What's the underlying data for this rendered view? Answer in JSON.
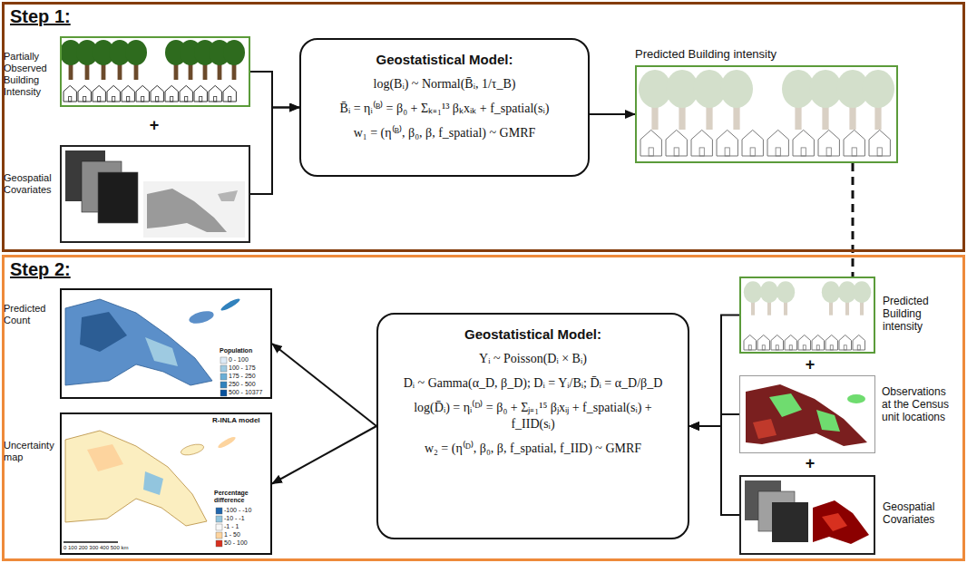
{
  "diagram": {
    "nodes": [
      {
        "text": [
          "Step 1:"
        ]
      },
      {
        "text": [
          "Partially Observed Building Intensity"
        ],
        "in": 0
      },
      {
        "text": [
          "Geospatial Covariates"
        ],
        "in": 0
      },
      {
        "text": [
          "Geostatistical Model:",
          "log(Bᵢ) ~ Normal(B̄ᵢ, 1/τ_B)",
          "B̄ᵢ = ηᵢ⁽ᴮ⁾ = β₀ + Σₖ₌₁¹³ βₖxᵢₖ + f_spatial(sᵢ)",
          "w₁ = (η⁽ᴮ⁾, β₀, β, f_spatial) ~ GMRF"
        ],
        "in": 0
      },
      {
        "text": [
          "Predicted Building intensity"
        ],
        "in": 0
      },
      {
        "text": [
          "Step 2:"
        ]
      },
      {
        "text": [
          "Predicted Count"
        ],
        "in": 5
      },
      {
        "text": [
          "Uncertainty map"
        ],
        "in": 5
      },
      {
        "text": [
          "Geostatistical Model:",
          "Yᵢ ~ Poisson(Dᵢ × Bᵢ)",
          "Dᵢ ~ Gamma(α_D, β_D); Dᵢ = Yᵢ/Bᵢ; D̄ᵢ = α_D/β_D",
          "log(D̄ᵢ) = ηᵢ⁽ᴰ⁾ = β₀ + Σⱼ₌₁¹⁵ βⱼxᵢⱼ + f_spatial(sᵢ) + f_IID(sᵢ)",
          "w₂ = (η⁽ᴰ⁾, β₀, β, f_spatial, f_IID) ~ GMRF"
        ],
        "in": 5
      },
      {
        "text": [
          "Predicted Building intensity"
        ],
        "in": 5
      },
      {
        "text": [
          "Observations at the Census unit locations"
        ],
        "in": 5
      },
      {
        "text": [
          "Geospatial Covariates"
        ],
        "in": 5
      }
    ],
    "edges": [
      {
        "from": 1,
        "to": 3,
        "arrow": "to"
      },
      {
        "from": 2,
        "to": 3,
        "arrow": "to"
      },
      {
        "from": 3,
        "to": 4,
        "arrow": "to"
      },
      {
        "from": 4,
        "to": 9,
        "arrow": "none"
      },
      {
        "from": 9,
        "to": 8,
        "arrow": "to"
      },
      {
        "from": 10,
        "to": 8,
        "arrow": "to"
      },
      {
        "from": 11,
        "to": 8,
        "arrow": "to"
      },
      {
        "from": 8,
        "to": 6,
        "arrow": "to"
      },
      {
        "from": 8,
        "to": 7,
        "arrow": "to"
      }
    ],
    "labels": [
      "+",
      "+",
      "+",
      "Population",
      "0 - 100",
      "100 - 175",
      "175 - 250",
      "250 - 500",
      "500 - 10377",
      "R-INLA model",
      "Percentage difference",
      "-100 - -10",
      "-10 - -1",
      "-1 - 1",
      "1 - 50",
      "50 - 100",
      "0 100 200 300 400 500 km"
    ]
  }
}
